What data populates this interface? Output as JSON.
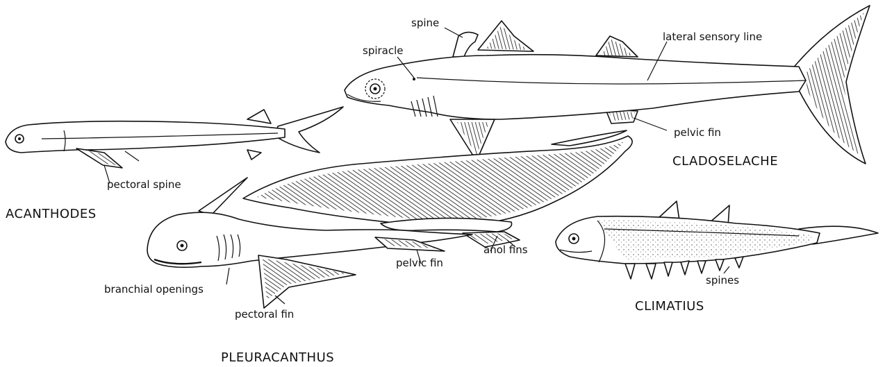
{
  "species": {
    "acanthodes": "ACANTHODES",
    "cladoselache": "CLADOSELACHE",
    "pleuracanthus": "PLEURACANTHUS",
    "climatius": "CLIMATIUS"
  },
  "labels": {
    "spine": "spine",
    "spiracle": "spiracle",
    "lateral_line": "lateral sensory line",
    "pelvic_fin_clado": "pelvic fin",
    "pectoral_spine": "pectoral spine",
    "anal_fins": "anol fins",
    "pelvic_fin_pleura": "pelvic fin",
    "branchial_openings": "branchial openings",
    "pectoral_fin": "pectoral fin",
    "spines": "spines"
  }
}
